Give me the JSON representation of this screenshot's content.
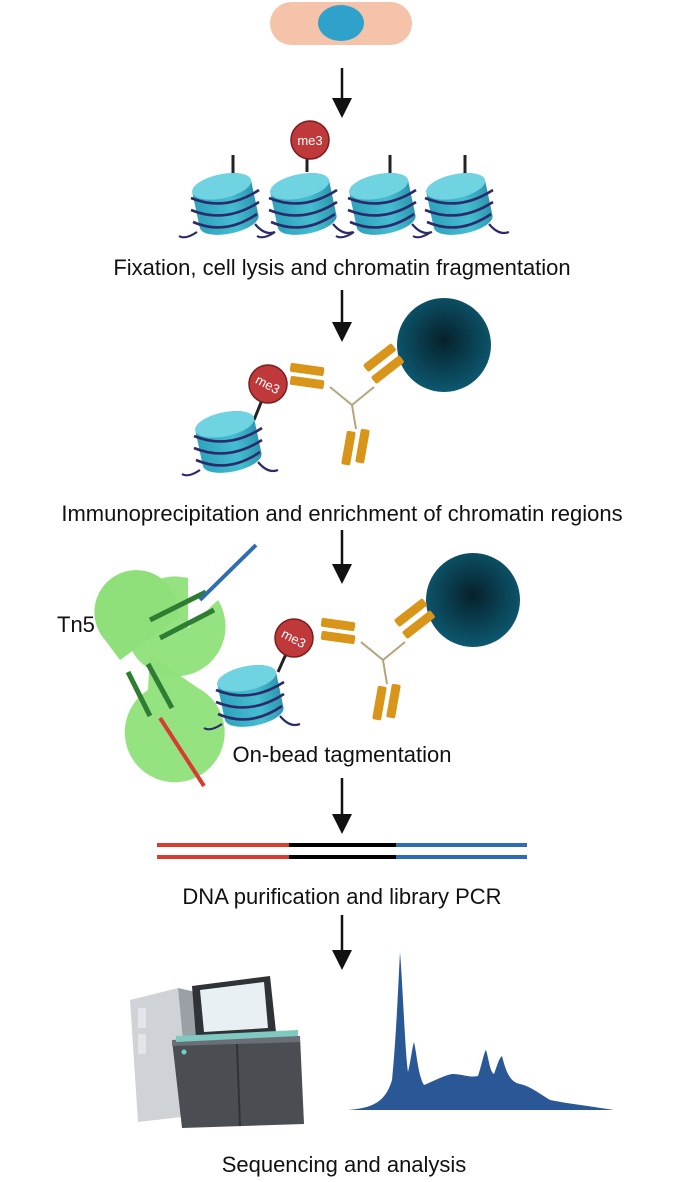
{
  "steps": {
    "fixation": "Fixation, cell lysis and chromatin fragmentation",
    "immunoprecipitation": "Immunoprecipitation and enrichment of chromatin regions",
    "tagmentation": "On-bead tagmentation",
    "purification": "DNA purification and library PCR",
    "sequencing": "Sequencing and analysis"
  },
  "labels": {
    "methyl_mark": "me3",
    "transposase": "Tn5"
  },
  "colors": {
    "cell": "#f4c3a9",
    "nucleus": "#2ea2cb",
    "nucleosome": "#4ec3d6",
    "dna_wrap": "#2d2a6b",
    "methyl_mark": "#c0393a",
    "antibody": "#d8951a",
    "bead": "#0c4d63",
    "tn5": "#8fe07a",
    "adapter_red": "#d63c2f",
    "adapter_blue": "#2e6db4",
    "insert": "#000000",
    "trace": "#2a5896"
  }
}
